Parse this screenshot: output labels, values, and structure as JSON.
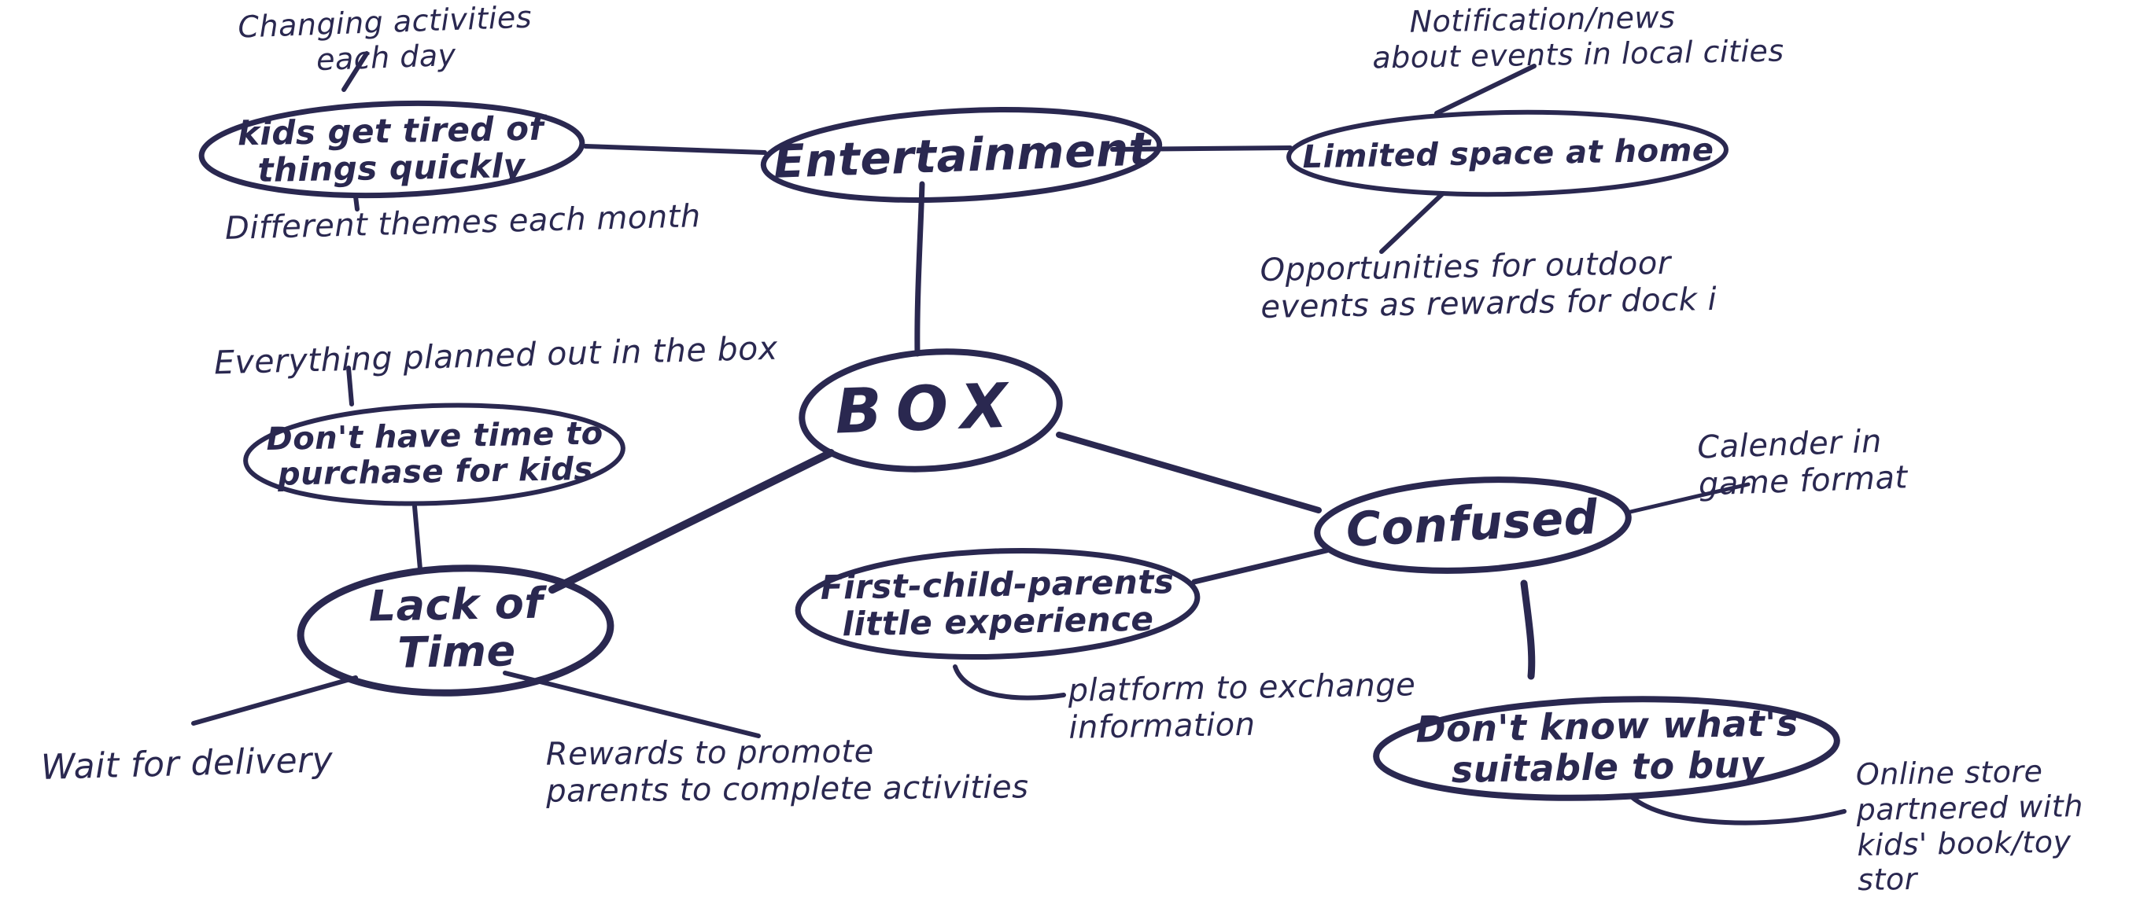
{
  "diagram": {
    "ink_color": "#2a2850",
    "background_color": "#ffffff",
    "nodes": {
      "box": {
        "label": "BOX"
      },
      "entertainment": {
        "label": "Entertainment"
      },
      "kids_tired": {
        "label": "kids get tired of\nthings quickly"
      },
      "limited_space": {
        "label": "Limited space at home"
      },
      "no_time_purchase": {
        "label": "Don't have time to\npurchase for kids"
      },
      "lack_of_time": {
        "label": "Lack of\nTime"
      },
      "first_child_parents": {
        "label": "First-child-parents\nlittle experience"
      },
      "confused": {
        "label": "Confused"
      },
      "dont_know": {
        "label": "Don't know what's\nsuitable to buy"
      }
    },
    "annotations": {
      "changing_activities": {
        "label": "Changing activities\neach day"
      },
      "different_themes": {
        "label": "Different themes each month"
      },
      "notification_news": {
        "label": "Notification/news\nabout events in local cities"
      },
      "opportunities_outdoor": {
        "label": "Opportunities for outdoor\nevents as rewards for dock i"
      },
      "everything_planned": {
        "label": "Everything planned out in the box"
      },
      "calender_game": {
        "label": "Calender in\ngame format"
      },
      "platform_exchange": {
        "label": "platform to exchange\ninformation"
      },
      "wait_delivery": {
        "label": "Wait for delivery"
      },
      "rewards_promote": {
        "label": "Rewards to promote\nparents to complete activities"
      },
      "online_store": {
        "label": "Online store\npartnered with\nkids' book/toy stor"
      }
    }
  }
}
